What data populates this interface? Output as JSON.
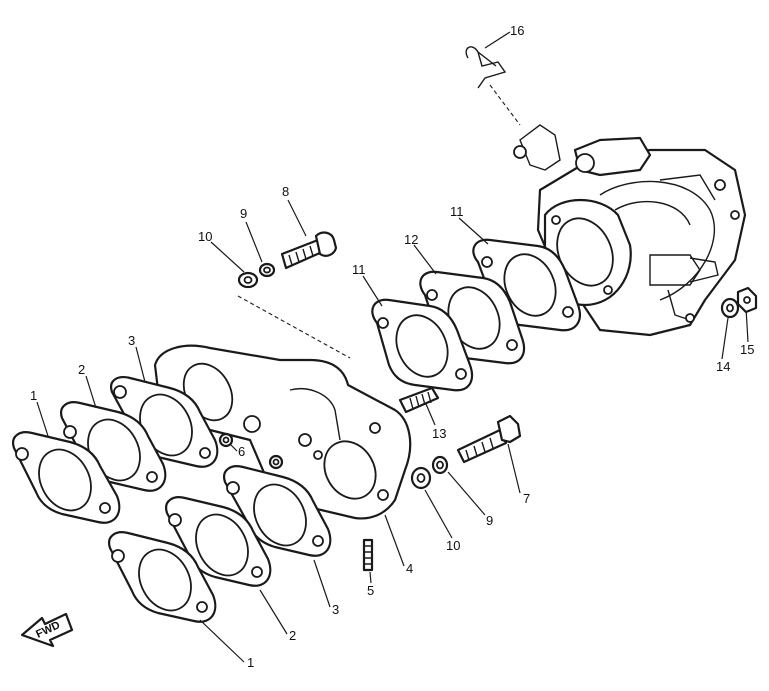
{
  "callouts": {
    "c1a": "1",
    "c2a": "2",
    "c3a": "3",
    "c1b": "1",
    "c2b": "2",
    "c3b": "3",
    "c4": "4",
    "c5": "5",
    "c6": "6",
    "c7": "7",
    "c8": "8",
    "c9a": "9",
    "c9b": "9",
    "c10a": "10",
    "c10b": "10",
    "c11a": "11",
    "c11b": "11",
    "c12": "12",
    "c13": "13",
    "c14": "14",
    "c15": "15",
    "c16": "16"
  },
  "fwd_label": "FWD"
}
